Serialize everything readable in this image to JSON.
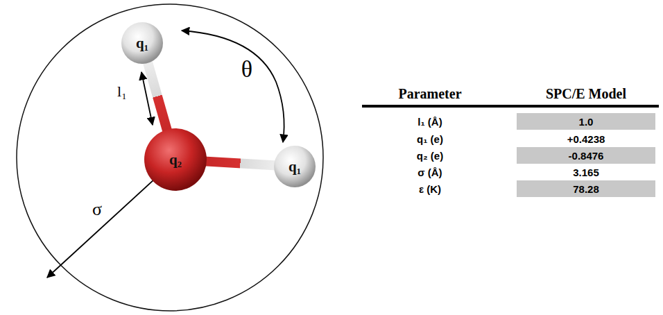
{
  "diagram": {
    "nodes": [
      {
        "text": [
          "q₁"
        ]
      },
      {
        "text": [
          "q₂"
        ]
      },
      {
        "text": [
          "q₁"
        ]
      }
    ],
    "edges": [
      {
        "from": 1,
        "to": 0,
        "arrow": "none"
      },
      {
        "from": 1,
        "to": 2,
        "arrow": "none"
      }
    ],
    "labels": [
      "l₁",
      "θ",
      "σ",
      "Parameter",
      "SPC/E Model",
      "l₁ (Å)",
      "1.0",
      "q₁ (e)",
      "+0.4238",
      "q₂ (e)",
      "-0.8476",
      "σ (Å)",
      "3.165",
      "ε (K)",
      "78.28"
    ]
  }
}
